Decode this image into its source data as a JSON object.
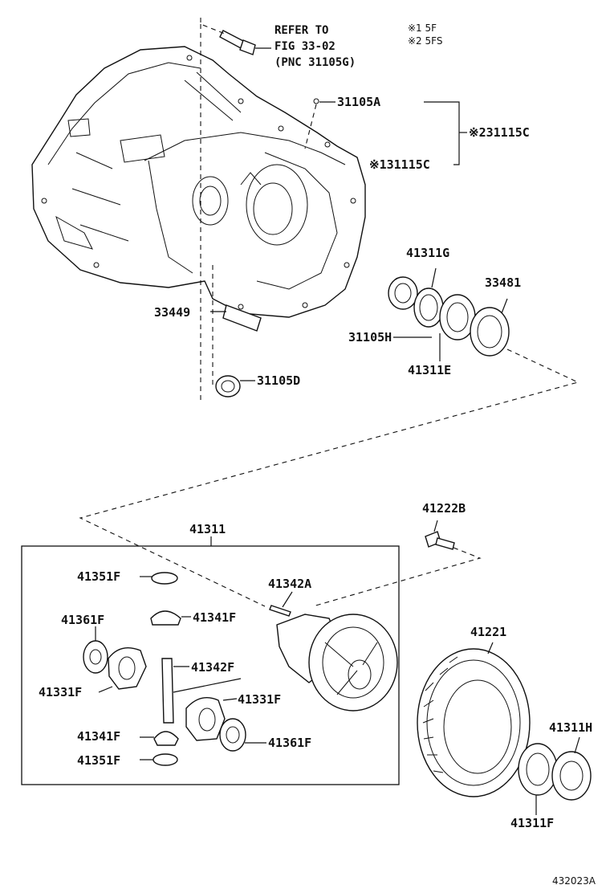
{
  "refer": {
    "line1": "REFER TO",
    "line2": "FIG 33-02",
    "line3": "(PNC 31105G)"
  },
  "notes": {
    "n1": "※1 5F",
    "n2": "※2 5FS"
  },
  "labels": {
    "p31105A": "31105A",
    "p31115C_2": "※231115C",
    "p31115C_1": "※131115C",
    "p41311G": "41311G",
    "p33481": "33481",
    "p33449": "33449",
    "p31105H": "31105H",
    "p41311E": "41311E",
    "p31105D": "31105D",
    "p41222B": "41222B",
    "p41311": "41311",
    "p41342A": "41342A",
    "p41351F_top": "41351F",
    "p41341F_top": "41341F",
    "p41361F_left": "41361F",
    "p41342F": "41342F",
    "p41331F_left": "41331F",
    "p41331F_right": "41331F",
    "p41341F_bottom": "41341F",
    "p41361F_right": "41361F",
    "p41351F_bottom": "41351F",
    "p41221": "41221",
    "p41311H": "41311H",
    "p41311F": "41311F"
  },
  "figure_code": "432023A"
}
